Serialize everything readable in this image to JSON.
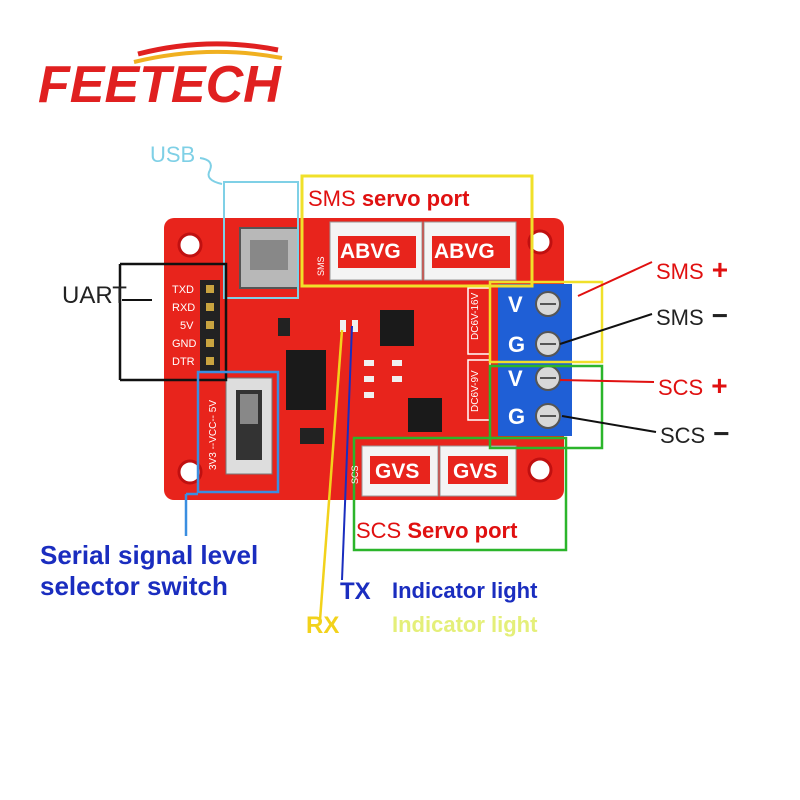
{
  "logo": {
    "text": "FEETECH"
  },
  "labels": {
    "usb": "USB",
    "sms_port_prefix": "SMS",
    "sms_port_suffix": "servo port",
    "uart": "UART",
    "sms_plus": "SMS",
    "sms_minus": "SMS",
    "scs_plus": "SCS",
    "scs_minus": "SCS",
    "plus_sign": "+",
    "minus_sign": "−",
    "scs_port_prefix": "SCS",
    "scs_port_suffix": "Servo port",
    "serial_switch": "Serial signal level selector switch",
    "tx": "TX",
    "rx": "RX",
    "tx_indicator": "Indicator light",
    "rx_indicator": "Indicator light"
  },
  "board": {
    "sms_connector_1": "ABVG",
    "sms_connector_2": "ABVG",
    "scs_connector_1": "GVS",
    "scs_connector_2": "GVS",
    "uart_pins": [
      "TXD",
      "RXD",
      "5V",
      "GND",
      "DTR"
    ],
    "terminal_v": "V",
    "terminal_g": "G",
    "dc_sms": "DC6V-16V",
    "dc_scs": "DC6V-9V",
    "switch_text": "3V3 --VCC-- 5V",
    "sms_silk": "SMS",
    "scs_silk": "SCS"
  },
  "colors": {
    "board": "#e8241c",
    "label_red": "#e01010",
    "label_blue": "#1a2dbf",
    "label_yellow": "#f2d21b",
    "usb_cyan": "#7fd0e6",
    "terminal_blue": "#1f5fd6",
    "box_yellow": "#f0e02a",
    "box_green": "#2bb52b"
  }
}
